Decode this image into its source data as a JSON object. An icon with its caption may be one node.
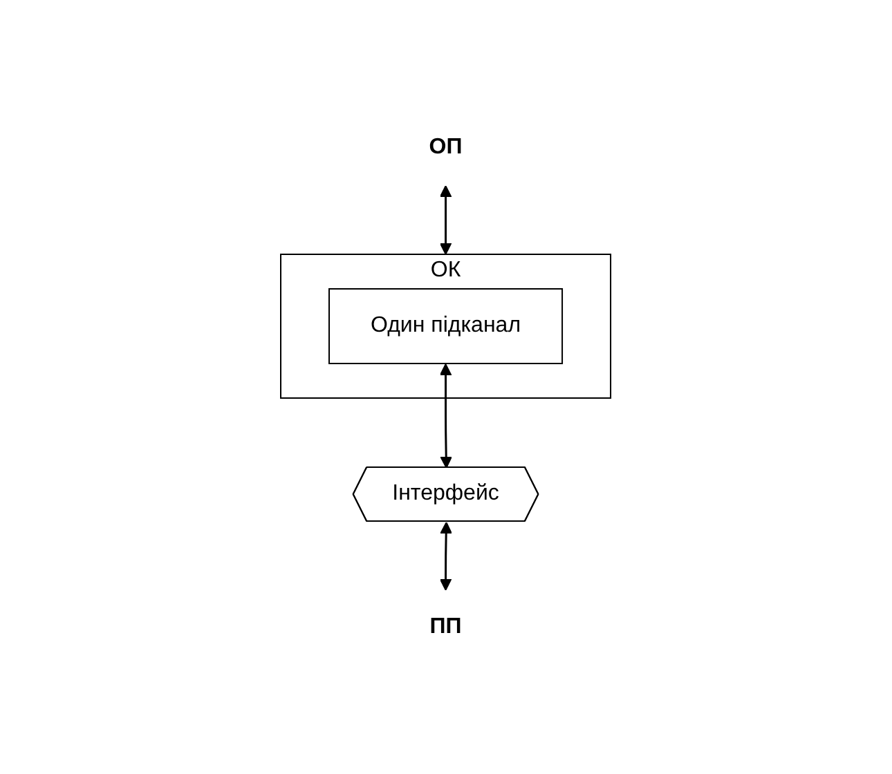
{
  "diagram": {
    "nodes": [
      {
        "text": [
          "ОП"
        ]
      },
      {
        "text": [
          "ОК"
        ]
      },
      {
        "text": [
          "Один підканал"
        ],
        "in": 1
      },
      {
        "text": [
          "Інтерфейс"
        ]
      },
      {
        "text": [
          "ПП"
        ]
      }
    ],
    "edges": [
      {
        "from": 0,
        "to": 1,
        "arrow": "both"
      },
      {
        "from": 2,
        "to": 3,
        "arrow": "both"
      },
      {
        "from": 3,
        "to": 4,
        "arrow": "both"
      }
    ]
  }
}
